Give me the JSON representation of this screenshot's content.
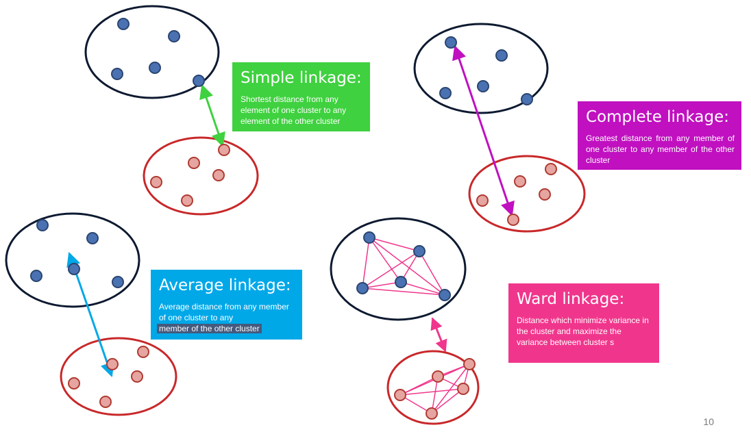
{
  "colors": {
    "blue_point": "#4a72b2",
    "blue_point_stroke": "#2b4570",
    "red_point": "#e6a5a0",
    "red_point_stroke": "#b03a32",
    "cluster_blue": "#0d1a30",
    "cluster_red": "#c8282a",
    "simple": "#3fd13f",
    "complete": "#c010c0",
    "average": "#00a8e8",
    "ward": "#f0368c"
  },
  "cards": {
    "simple": {
      "title": "Simple linkage:",
      "desc": "Shortest distance from any element of one cluster to any element of the other cluster"
    },
    "complete": {
      "title": "Complete linkage:",
      "desc": "Greatest distance from any member of one cluster to any member of the other cluster"
    },
    "average": {
      "title": "Average linkage:",
      "desc_line1": "Average distance from any member of one cluster to any",
      "desc_line2": "member of the other cluster"
    },
    "ward": {
      "title": "Ward linkage:",
      "desc": "Distance which minimize variance in the cluster and maximize the variance between cluster s"
    }
  },
  "page_number": "10"
}
